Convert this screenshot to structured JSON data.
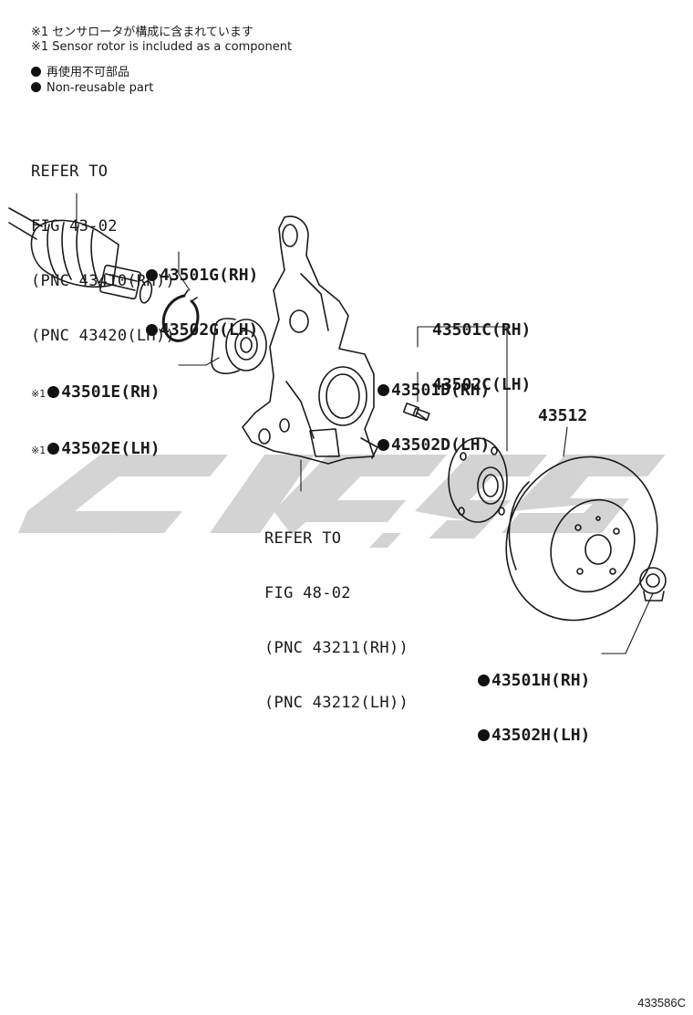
{
  "notes": {
    "sensor_rotor_jp": "※1 センサロータが構成に含まれています",
    "sensor_rotor_en": "※1 Sensor rotor is included as a component",
    "non_reusable_jp": "再使用不可部品",
    "non_reusable_en": "Non-reusable part"
  },
  "refers": {
    "driveshaft": [
      "REFER TO",
      "FIG 43-02",
      "(PNC 43410(RH))",
      "(PNC 43420(LH))"
    ],
    "knuckle": [
      "REFER TO",
      "FIG 48-02",
      "(PNC 43211(RH))",
      "(PNC 43212(LH))"
    ]
  },
  "parts": {
    "snap_ring": {
      "rh": "43501G(RH)",
      "lh": "43502G(LH)",
      "mark": ""
    },
    "bearing": {
      "rh": "43501E(RH)",
      "lh": "43502E(LH)",
      "mark": "※1"
    },
    "hub": {
      "rh": "43501C(RH)",
      "lh": "43502C(LH)",
      "mark": ""
    },
    "bolt": {
      "rh": "43501D(RH)",
      "lh": "43502D(LH)",
      "mark": ""
    },
    "rotor": {
      "label": "43512"
    },
    "nut": {
      "rh": "43501H(RH)",
      "lh": "43502H(LH)",
      "mark": ""
    }
  },
  "illustration_code": "433586C",
  "colors": {
    "line": "#1a1a1a",
    "watermark": "#cfcfcf"
  }
}
